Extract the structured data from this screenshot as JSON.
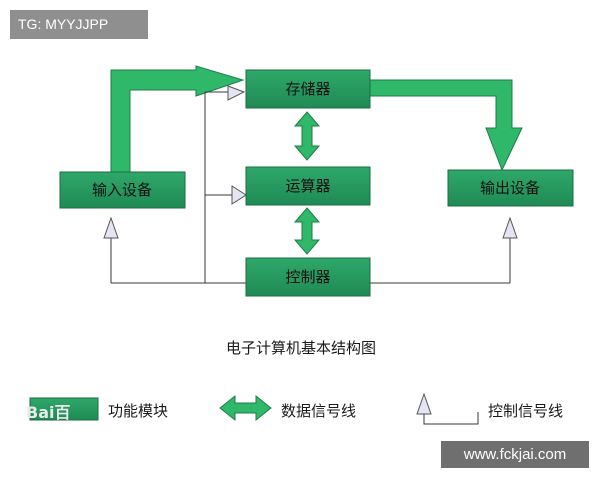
{
  "tag_text": "TG: MYYJJPP",
  "watermark_text": "www.fckjai.com",
  "caption": "电子计算机基本结构图",
  "boxes": {
    "storage": "存储器",
    "alu": "运算器",
    "control": "控制器",
    "input": "输入设备",
    "output": "输出设备"
  },
  "legend": {
    "function_module": "功能模块",
    "data_signal": "数据信号线",
    "control_signal": "控制信号线"
  },
  "baidu_text": "Bai百"
}
